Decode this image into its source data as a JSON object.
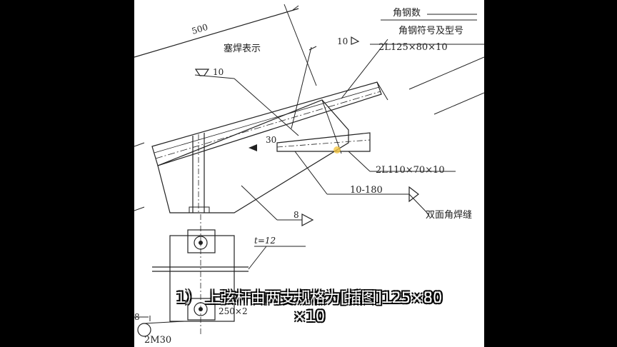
{
  "drawing": {
    "dimension_500": "500",
    "weld_size_top": "10",
    "angle_count": "角钢数",
    "angle_symbol_model": "角钢符号及型号",
    "top_chord_spec": "2L125×80×10",
    "plug_weld_label": "塞焊表示",
    "plug_weld_size": "10",
    "angle_30": "30",
    "diagonal_spec": "2L110×70×10",
    "plate_spec": "10-180",
    "double_fillet_label": "双面角焊缝",
    "weld_size_8": "8",
    "plate_thickness": "t=12",
    "bottom_dim": "250×2",
    "weld_size_bottom": "8",
    "bolt_spec": "2M30"
  },
  "caption": {
    "line1": "1）  上弦杆由两支规格为[插图]125×80",
    "line2": "×10"
  },
  "colors": {
    "background": "#000000",
    "paper": "#ffffff",
    "ink": "#222222",
    "weld_highlight": "#f4c542"
  }
}
